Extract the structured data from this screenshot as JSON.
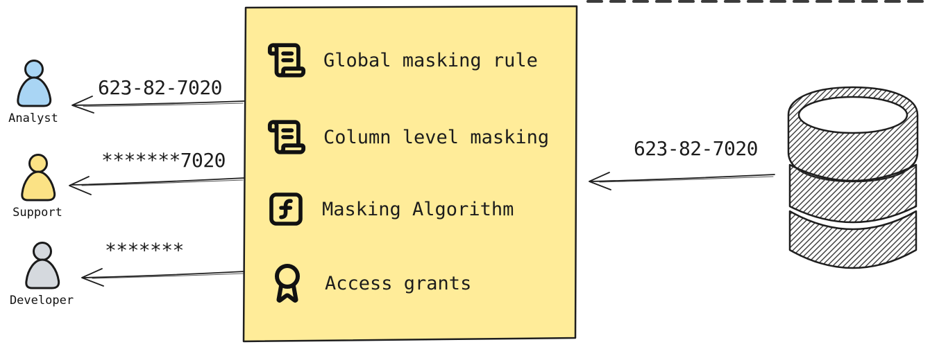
{
  "canvas": {
    "background": "#ffffff"
  },
  "decorations": {
    "top_dashed_line_color": "#3c3c3c"
  },
  "actors": [
    {
      "id": "analyst",
      "label": "Analyst",
      "received_value": "623-82-7020",
      "fill": "#a9d5f4"
    },
    {
      "id": "support",
      "label": "Support",
      "received_value": "*******7020",
      "fill": "#fbe285"
    },
    {
      "id": "developer",
      "label": "Developer",
      "received_value": "*******",
      "fill": "#d5d9de"
    }
  ],
  "masking_box": {
    "fill": "#ffec99",
    "border_color": "#1e1e1e",
    "items": [
      {
        "icon": "scroll-text-icon",
        "label": "Global masking rule"
      },
      {
        "icon": "scroll-text-icon",
        "label": "Column level masking"
      },
      {
        "icon": "function-square-icon",
        "label": "Masking Algorithm"
      },
      {
        "icon": "award-icon",
        "label": "Access grants"
      }
    ]
  },
  "database": {
    "icon": "database-icon",
    "output_value": "623-82-7020"
  }
}
